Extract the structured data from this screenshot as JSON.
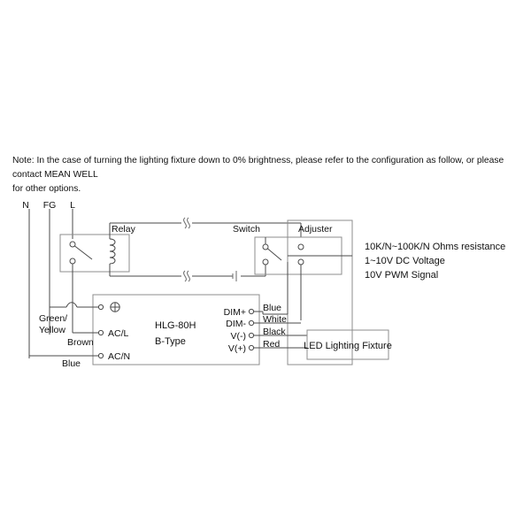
{
  "note": {
    "text": "Note: In the case of turning the lighting fixture down to 0% brightness, please refer to the configuration as follow, or please contact MEAN WELL\n         for other options."
  },
  "mains_terminals": [
    {
      "label": "N"
    },
    {
      "label": "FG"
    },
    {
      "label": "L"
    }
  ],
  "blocks": {
    "relay": {
      "label": "Relay"
    },
    "switch": {
      "label": "Switch"
    },
    "adjuster": {
      "label": "Adjuster"
    },
    "driver": {
      "model": "HLG-80H",
      "type": "B-Type",
      "input_terminals": [
        {
          "label": "⊕"
        },
        {
          "label": "AC/L"
        },
        {
          "label": "AC/N"
        }
      ],
      "output_terminals": [
        {
          "label": "DIM+"
        },
        {
          "label": "DIM-"
        },
        {
          "label": "V(-)"
        },
        {
          "label": "V(+)"
        }
      ]
    },
    "fixture": {
      "label": "LED Lighting Fixture"
    }
  },
  "input_wire_colors": [
    {
      "label": "Green/\nYellow"
    },
    {
      "label": "Brown"
    },
    {
      "label": "Blue"
    }
  ],
  "input_wire_color_lines": {
    "green_yellow_1": "Green/",
    "green_yellow_2": "Yellow",
    "brown": "Brown",
    "blue": "Blue"
  },
  "output_wire_colors": [
    {
      "label": "Blue"
    },
    {
      "label": "White"
    },
    {
      "label": "Black"
    },
    {
      "label": "Red"
    }
  ],
  "adjuster_specs": [
    {
      "label": "10K/N~100K/N Ohms resistance"
    },
    {
      "label": "1~10V DC Voltage"
    },
    {
      "label": "10V PWM Signal"
    }
  ],
  "colors": {
    "wire": "#4a4a4a",
    "box": "#8c8c8c",
    "text": "#111111",
    "background": "#ffffff"
  }
}
